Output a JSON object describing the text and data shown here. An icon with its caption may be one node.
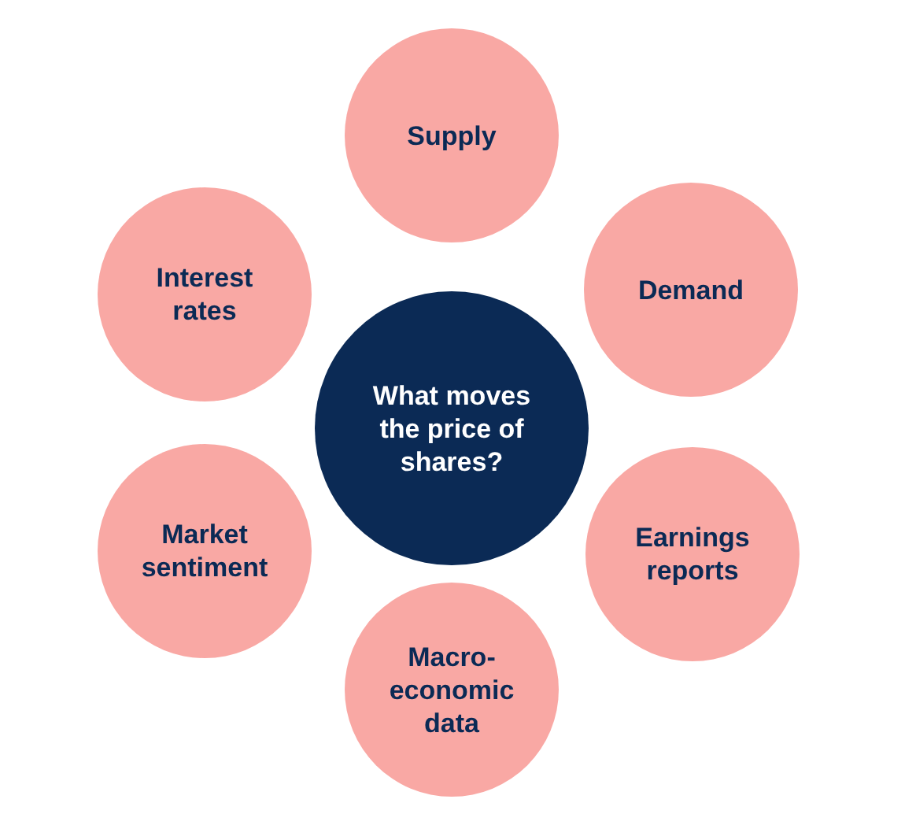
{
  "diagram": {
    "nodes": [
      {
        "text": [
          "Supply"
        ]
      },
      {
        "text": [
          "Interest rates"
        ]
      },
      {
        "text": [
          "Demand"
        ]
      },
      {
        "text": [
          "What moves the price of shares?"
        ]
      },
      {
        "text": [
          "Market sentiment"
        ]
      },
      {
        "text": [
          "Earnings reports"
        ]
      },
      {
        "text": [
          "Macro-economic data"
        ]
      }
    ],
    "edges": []
  }
}
